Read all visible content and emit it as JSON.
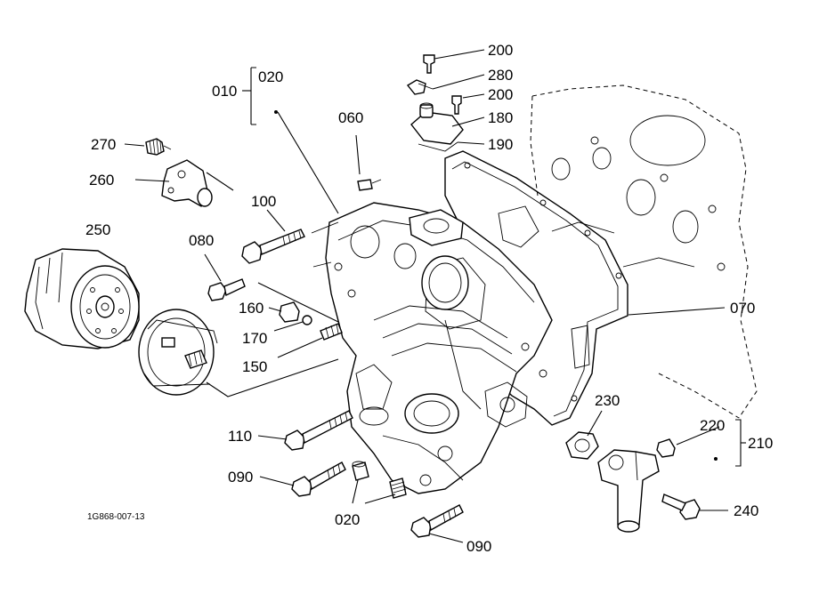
{
  "labels": {
    "p010": "010",
    "p020_top": "020",
    "p060": "060",
    "p200_a": "200",
    "p280": "280",
    "p200_b": "200",
    "p180": "180",
    "p190": "190",
    "p270": "270",
    "p260": "260",
    "p100": "100",
    "p250": "250",
    "p080": "080",
    "p160": "160",
    "p170": "170",
    "p150": "150",
    "p070": "070",
    "p230": "230",
    "p220": "220",
    "p210": "210",
    "p110": "110",
    "p090_a": "090",
    "p020_bottom": "020",
    "p240": "240",
    "p090_b": "090"
  },
  "figure_code": "1G868-007-13"
}
